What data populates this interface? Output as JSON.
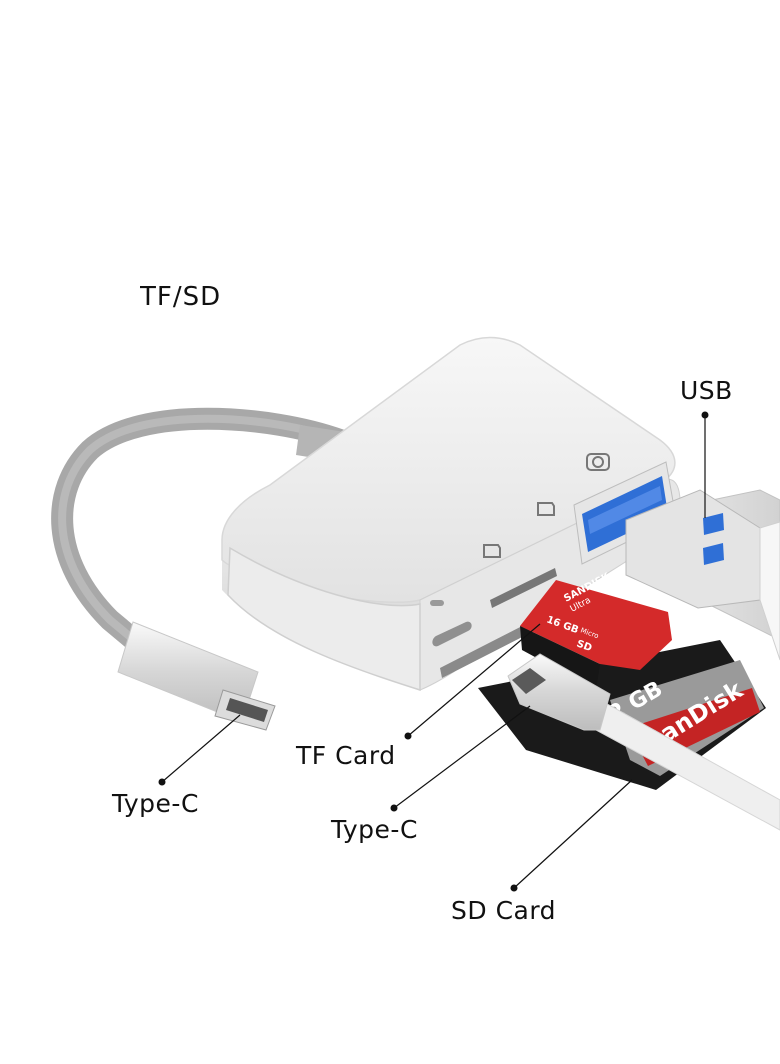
{
  "title": "TF/SD",
  "labels": {
    "usb": "USB",
    "tf_card": "TF Card",
    "type_c_left": "Type-C",
    "type_c_right": "Type-C",
    "sd_card": "SD Card"
  },
  "cards": {
    "tf": {
      "brand": "SANDISK",
      "line": "Ultra",
      "capacity": "16 GB",
      "format_micro": "Micro",
      "format": "SD"
    },
    "sd": {
      "brand": "SanDisk",
      "capacity": "2 GB"
    }
  },
  "colors": {
    "adapter_body": "#f2f2f2",
    "usb_port_blue": "#2f6fd6",
    "tf_card_red": "#d42a2a",
    "sd_card_black": "#1a1a1a",
    "cable_gray": "#a9a9a9"
  },
  "icons": [
    "camera-icon",
    "card-slot-icon",
    "card-slot-icon",
    "led-indicator-icon"
  ]
}
